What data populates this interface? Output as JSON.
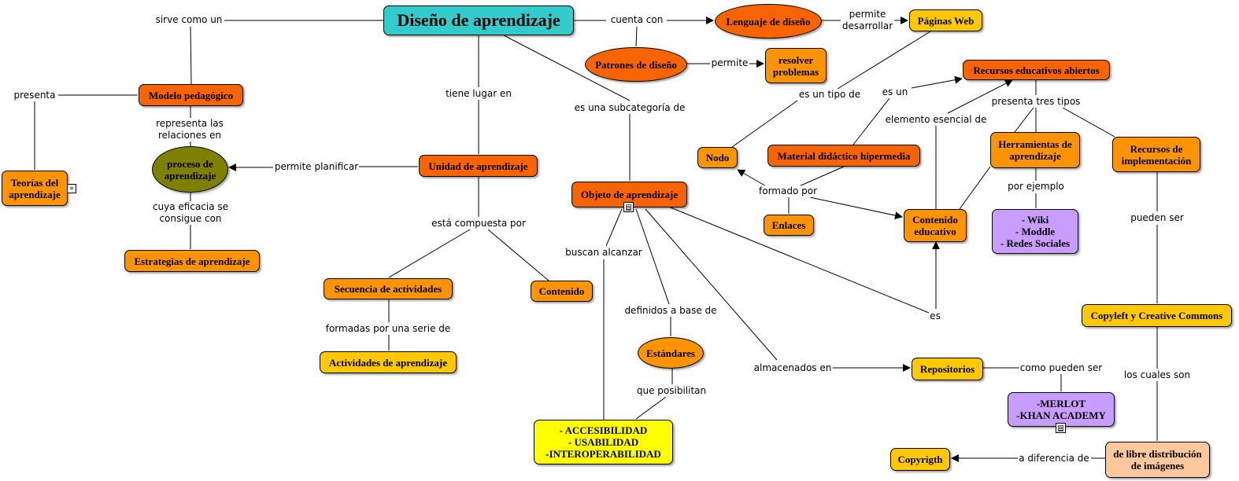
{
  "nodes": {
    "diseno": "Diseño de aprendizaje",
    "lenguaje": "Lenguaje de diseño",
    "paginas_web": "Páginas Web",
    "patrones": "Patrones de diseño",
    "resolver": "resolver\nproblemas",
    "recursos_abiertos": "Recursos educativos abiertos",
    "modelo": "Modelo pedagógico",
    "teorias": "Teorías del\naprendizaje",
    "proceso": "proceso de\naprendizaje",
    "estrategias": "Estrategias de aprendizaje",
    "unidad": "Unidad de aprendizaje",
    "objeto": "Objeto de aprendizaje",
    "secuencia": "Secuencia de actividades",
    "contenido": "Contenido",
    "actividades": "Actividades de aprendizaje",
    "nodo": "Nodo",
    "material": "Material didáctico hipermedia",
    "enlaces": "Enlaces",
    "contenido_educativo": "Contenido\neducativo",
    "herramientas": "Herramientas de\naprendizaje",
    "recursos_impl": "Recursos de\nimplementación",
    "wiki": "- Wiki\n- Moddle\n- Redes Sociales",
    "estandares": "Estándares",
    "accesibilidad": "- ACCESIBILIDAD\n- USABILIDAD\n-INTEROPERABILIDAD",
    "repositorios": "Repositorios",
    "merlot": "-MERLOT\n-KHAN ACADEMY",
    "copyleft": "Copyleft y Creative Commons",
    "libre": "de libre distribución\nde imágenes",
    "copyright": "Copyrigth"
  },
  "labels": {
    "sirve": "sirve como un",
    "cuenta": "cuenta con",
    "permite_desarrollar": "permite\ndesarrollar",
    "permite": "permite",
    "presenta": "presenta",
    "representa": "representa las\nrelaciones en",
    "tiene_lugar": "tiene lugar en",
    "subcategoria": "es una subcategoría de",
    "tipo_de": "es un tipo de",
    "es_un": "es un",
    "presenta_tres": "presenta tres tipos",
    "elemento": "elemento esencial de",
    "permite_planificar": "permite planificar",
    "cuya": "cuya eficacia se\nconsigue con",
    "formado": "formado por",
    "por_ejemplo": "por ejemplo",
    "compuesta": "está compuesta por",
    "buscan": "buscan alcanzar",
    "pueden_ser": "pueden ser",
    "formadas": "formadas por una serie de",
    "definidos": "definidos a base de",
    "es": "es",
    "almacenados": "almacenados en",
    "como_pueden": "como pueden ser",
    "los_cuales": "los cuales son",
    "posibilitan": "que posibilitan",
    "diferencia": "a diferencia de"
  },
  "icons": {
    "objeto_attachment": "document-icon",
    "merlot_attachment": "document-icon",
    "teorias_expand": "expand-icon"
  },
  "colors": {
    "dark_orange": "#f86400",
    "orange": "#ff9400",
    "gold": "#ffc800",
    "yellow": "#ffff00",
    "purple": "#c99cff",
    "peach": "#ffc89c",
    "olive": "#808000",
    "teal": "#33cccc"
  }
}
